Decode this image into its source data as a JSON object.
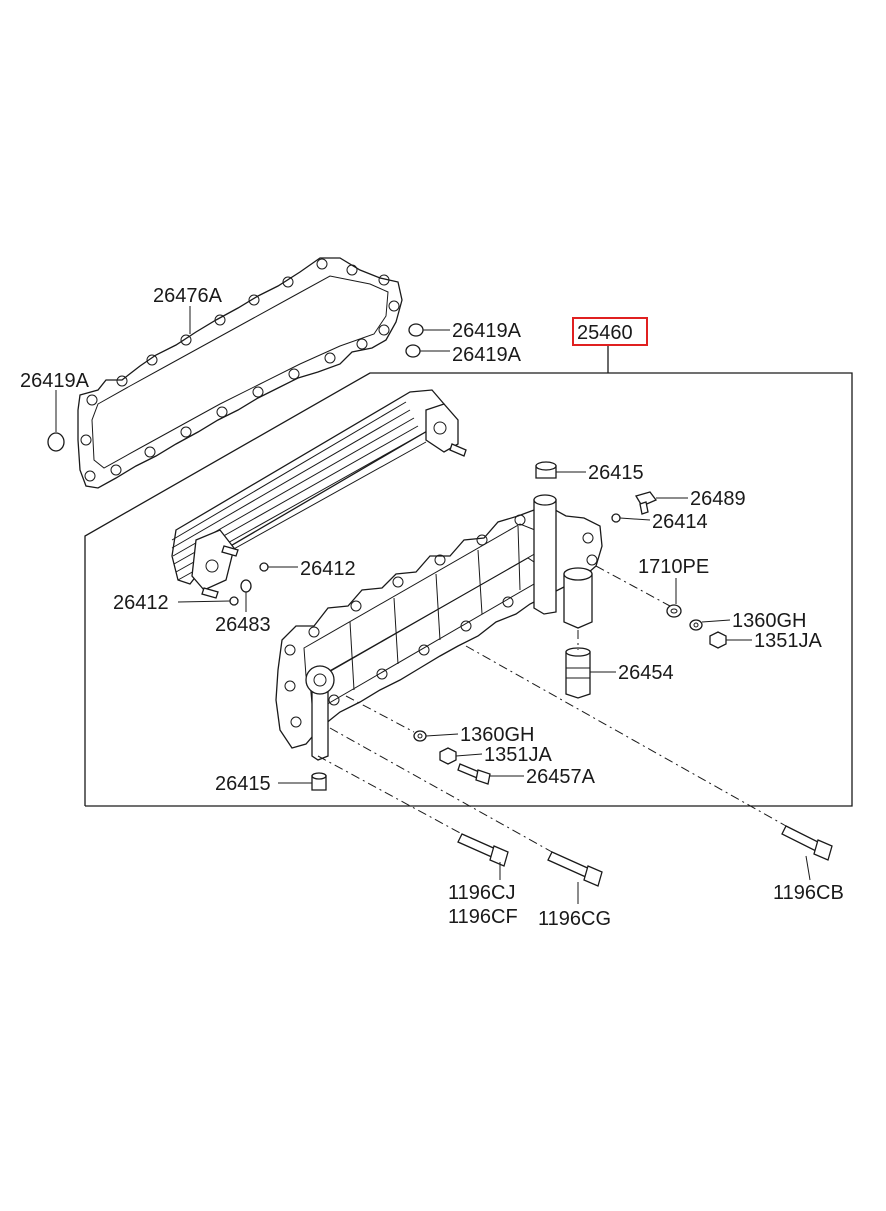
{
  "diagram": {
    "highlight_color": "#e02020",
    "labels": {
      "gasket_top": "26476A",
      "oring_top_1": "26419A",
      "oring_top_2": "26419A",
      "oring_left": "26419A",
      "assembly": "25460",
      "plug_top": "26415",
      "bolt_26489": "26489",
      "oring_26414": "26414",
      "oring_26412_right": "26412",
      "oring_26412_left": "26412",
      "oring_26483": "26483",
      "washer_1710pe": "1710PE",
      "washer_1360gh_right": "1360GH",
      "nut_1351ja_right": "1351JA",
      "valve_26454": "26454",
      "washer_1360gh_left": "1360GH",
      "nut_1351ja_left": "1351JA",
      "stud_26457a": "26457A",
      "plug_bottom": "26415",
      "bolt_1196cj": "1196CJ",
      "bolt_1196cf": "1196CF",
      "bolt_1196cg": "1196CG",
      "bolt_1196cb": "1196CB"
    }
  }
}
